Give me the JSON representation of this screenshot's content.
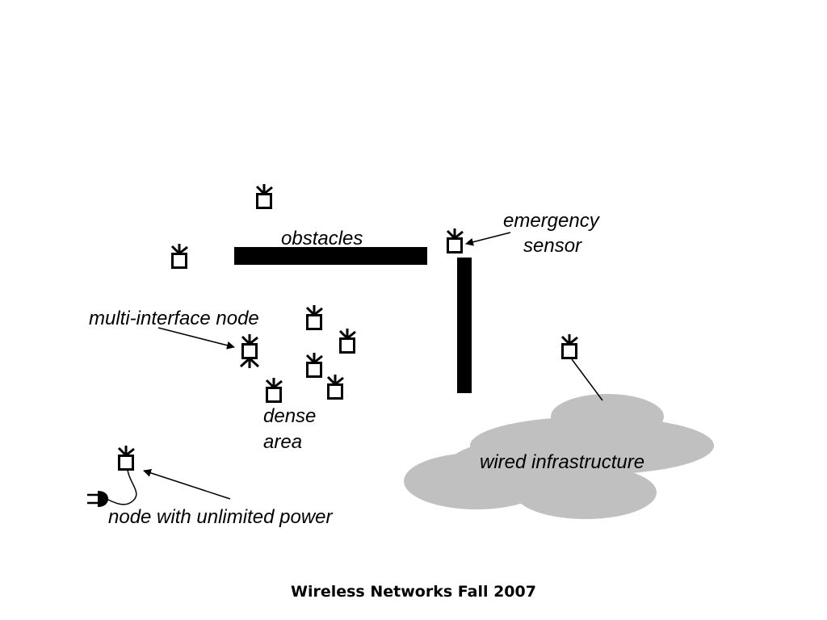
{
  "labels": {
    "obstacles": "obstacles",
    "emergency_line1": "emergency",
    "emergency_line2": "sensor",
    "multi_interface": "multi-interface node",
    "dense_line1": "dense",
    "dense_line2": "area",
    "wired": "wired infrastructure",
    "unlimited_power": "node with unlimited power"
  },
  "footer": "Wireless Networks Fall 2007",
  "colors": {
    "ink": "#000000",
    "cloud": "#c0c0c0",
    "background": "#ffffff"
  },
  "icons": [
    "antenna-node-icon",
    "power-plug-icon",
    "cloud-shape"
  ]
}
